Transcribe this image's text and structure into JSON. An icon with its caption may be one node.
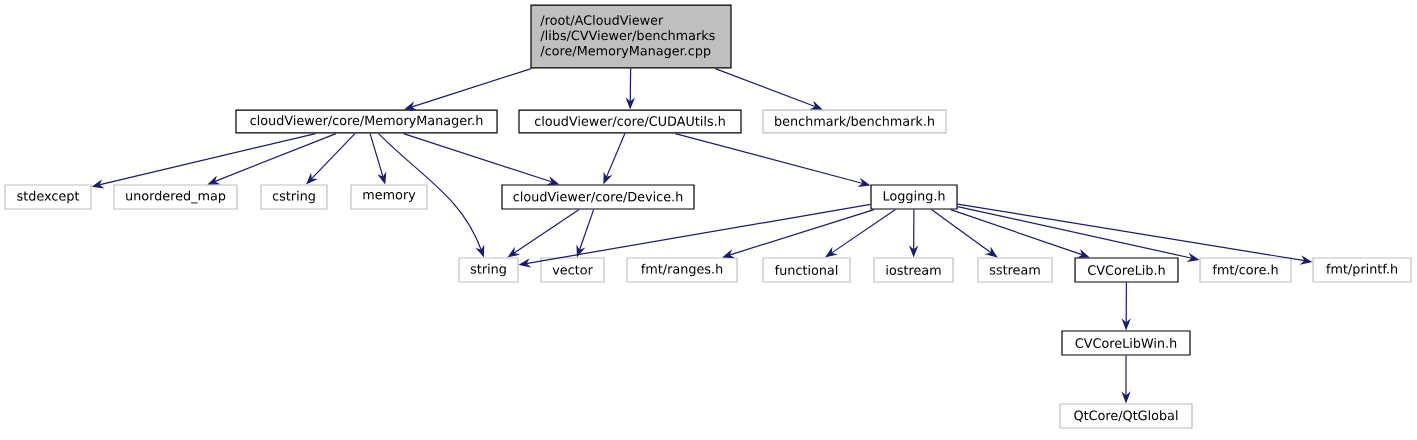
{
  "diagram": {
    "nodes": [
      {
        "text": [
          "/root/ACloudViewer /libs/CVViewer/benchmarks /core/MemoryManager.cpp"
        ]
      },
      {
        "text": [
          "cloudViewer/core/MemoryManager.h"
        ]
      },
      {
        "text": [
          "cloudViewer/core/CUDAUtils.h"
        ]
      },
      {
        "text": [
          "benchmark/benchmark.h"
        ]
      },
      {
        "text": [
          "stdexcept"
        ]
      },
      {
        "text": [
          "unordered_map"
        ]
      },
      {
        "text": [
          "cstring"
        ]
      },
      {
        "text": [
          "memory"
        ]
      },
      {
        "text": [
          "cloudViewer/core/Device.h"
        ]
      },
      {
        "text": [
          "string"
        ]
      },
      {
        "text": [
          "vector"
        ]
      },
      {
        "text": [
          "fmt/ranges.h"
        ]
      },
      {
        "text": [
          "Logging.h"
        ]
      },
      {
        "text": [
          "functional"
        ]
      },
      {
        "text": [
          "iostream"
        ]
      },
      {
        "text": [
          "sstream"
        ]
      },
      {
        "text": [
          "CVCoreLib.h"
        ]
      },
      {
        "text": [
          "fmt/core.h"
        ]
      },
      {
        "text": [
          "fmt/printf.h"
        ]
      },
      {
        "text": [
          "CVCoreLibWin.h"
        ]
      },
      {
        "text": [
          "QtCore/QtGlobal"
        ]
      }
    ],
    "edges": [
      {
        "from": 0,
        "to": 1,
        "arrow": "to"
      },
      {
        "from": 0,
        "to": 2,
        "arrow": "to"
      },
      {
        "from": 0,
        "to": 3,
        "arrow": "to"
      },
      {
        "from": 1,
        "to": 4,
        "arrow": "to"
      },
      {
        "from": 1,
        "to": 5,
        "arrow": "to"
      },
      {
        "from": 1,
        "to": 6,
        "arrow": "to"
      },
      {
        "from": 1,
        "to": 7,
        "arrow": "to"
      },
      {
        "from": 1,
        "to": 9,
        "arrow": "to"
      },
      {
        "from": 1,
        "to": 8,
        "arrow": "to"
      },
      {
        "from": 2,
        "to": 8,
        "arrow": "to"
      },
      {
        "from": 2,
        "to": 12,
        "arrow": "to"
      },
      {
        "from": 8,
        "to": 9,
        "arrow": "to"
      },
      {
        "from": 8,
        "to": 10,
        "arrow": "to"
      },
      {
        "from": 12,
        "to": 9,
        "arrow": "to"
      },
      {
        "from": 12,
        "to": 11,
        "arrow": "to"
      },
      {
        "from": 12,
        "to": 13,
        "arrow": "to"
      },
      {
        "from": 12,
        "to": 14,
        "arrow": "to"
      },
      {
        "from": 12,
        "to": 15,
        "arrow": "to"
      },
      {
        "from": 12,
        "to": 16,
        "arrow": "to"
      },
      {
        "from": 12,
        "to": 17,
        "arrow": "to"
      },
      {
        "from": 12,
        "to": 18,
        "arrow": "to"
      },
      {
        "from": 16,
        "to": 19,
        "arrow": "to"
      },
      {
        "from": 19,
        "to": 20,
        "arrow": "to"
      }
    ]
  }
}
